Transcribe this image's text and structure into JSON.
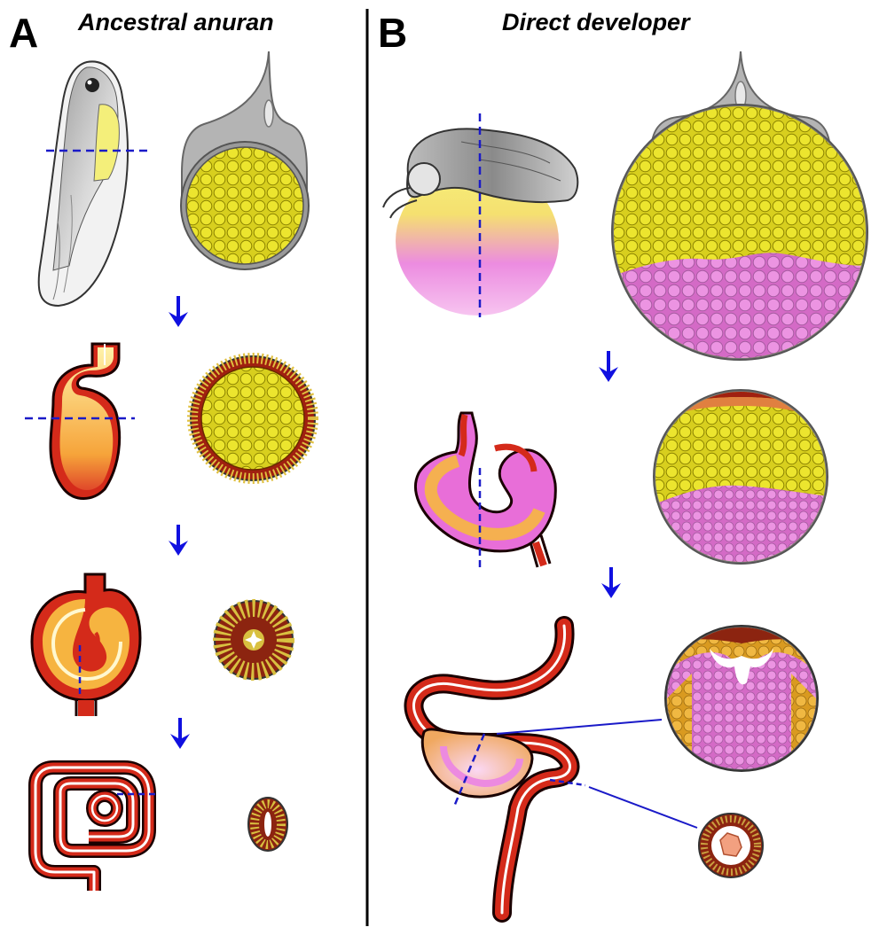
{
  "panels": [
    {
      "letter": "A",
      "title": "Ancestral anuran"
    },
    {
      "letter": "B",
      "title": "Direct developer"
    }
  ],
  "colors": {
    "divider": "#000000",
    "arrow": "#1010e0",
    "section_line": "#1a1ac8",
    "yolk": "#e6e02a",
    "yolk_edge": "#7a7400",
    "gut_red": "#d42a1a",
    "gut_orange": "#f0a030",
    "gut_light": "#fff0a0",
    "endoderm_pink": "#e878d8",
    "capsule_gray": "#a8a8a8"
  },
  "icons": [
    "down-arrow-icon"
  ]
}
